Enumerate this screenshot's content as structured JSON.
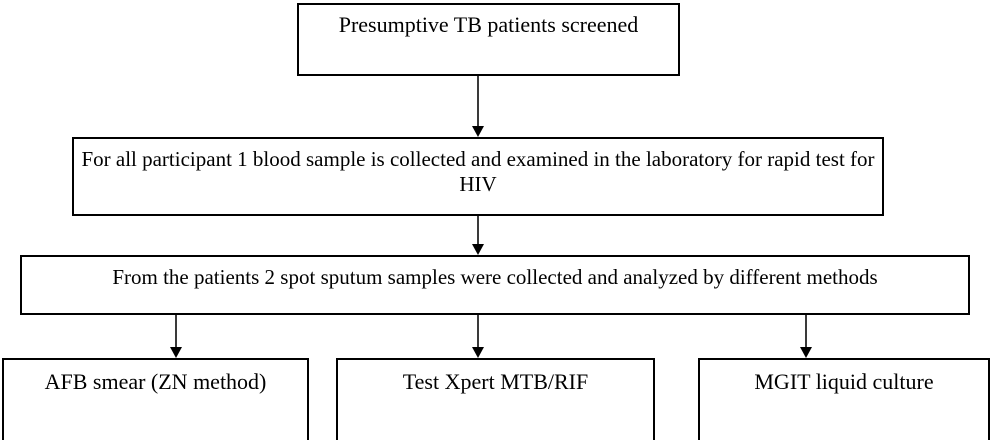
{
  "diagram": {
    "type": "flowchart",
    "orientation": "top-to-bottom",
    "background_color": "#ffffff",
    "border_color": "#000000",
    "text_color": "#000000",
    "connector_color": "#000000",
    "nodes": [
      {
        "id": "screening",
        "label": "Presumptive TB patients screened",
        "shape": "rectangle",
        "level": 1
      },
      {
        "id": "blood_hiv",
        "label": "For all participant 1 blood sample is collected and examined in the laboratory for rapid test for HIV",
        "shape": "rectangle",
        "level": 2
      },
      {
        "id": "sputum",
        "label": "From the patients 2 spot sputum samples were collected and analyzed by different methods",
        "shape": "rectangle",
        "level": 3
      },
      {
        "id": "afb",
        "label": "AFB smear (ZN method)",
        "shape": "rectangle",
        "level": 4
      },
      {
        "id": "xpert",
        "label": "Test Xpert MTB/RIF",
        "shape": "rectangle",
        "level": 4
      },
      {
        "id": "mgit",
        "label": "MGIT liquid culture",
        "shape": "rectangle",
        "level": 4
      }
    ],
    "edges": [
      {
        "id": "screening_to_blood",
        "from": "screening",
        "to": "blood_hiv",
        "style": "arrow-down"
      },
      {
        "id": "blood_to_sputum",
        "from": "blood_hiv",
        "to": "sputum",
        "style": "arrow-down"
      },
      {
        "id": "sputum_to_afb",
        "from": "sputum",
        "to": "afb",
        "style": "arrow-down"
      },
      {
        "id": "sputum_to_xpert",
        "from": "sputum",
        "to": "xpert",
        "style": "arrow-down"
      },
      {
        "id": "sputum_to_mgit",
        "from": "sputum",
        "to": "mgit",
        "style": "arrow-down"
      }
    ]
  }
}
